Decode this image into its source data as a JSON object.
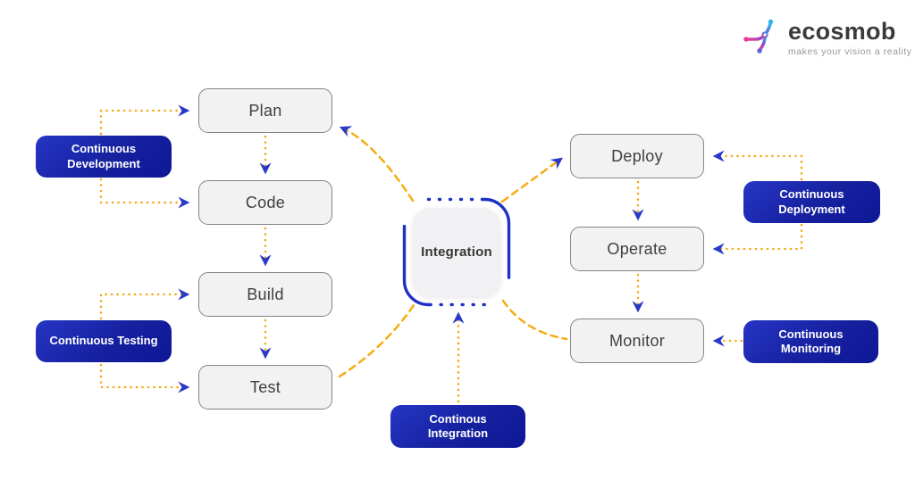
{
  "logo": {
    "brand": "ecosmob",
    "tagline": "makes your vision a reality"
  },
  "nodes": {
    "plan": {
      "label": "Plan"
    },
    "code": {
      "label": "Code"
    },
    "build": {
      "label": "Build"
    },
    "test": {
      "label": "Test"
    },
    "integration": {
      "label": "Integration"
    },
    "deploy": {
      "label": "Deploy"
    },
    "operate": {
      "label": "Operate"
    },
    "monitor": {
      "label": "Monitor"
    }
  },
  "tags": {
    "continuous_development": {
      "label": "Continuous Development"
    },
    "continuous_testing": {
      "label": "Continuous Testing"
    },
    "continous_integration": {
      "label": "Continous Integration"
    },
    "continuous_deployment": {
      "label": "Continuous Deployment"
    },
    "continuous_monitoring": {
      "label": "Continuous Monitoring"
    }
  },
  "edges": [
    {
      "from": "plan",
      "to": "code",
      "style": "dotted-arrow"
    },
    {
      "from": "code",
      "to": "build",
      "style": "dotted-arrow"
    },
    {
      "from": "build",
      "to": "test",
      "style": "dotted-arrow"
    },
    {
      "from": "deploy",
      "to": "operate",
      "style": "dotted-arrow"
    },
    {
      "from": "operate",
      "to": "monitor",
      "style": "dotted-arrow"
    },
    {
      "from": "continuous_development",
      "to": "plan",
      "style": "dotted-arrow"
    },
    {
      "from": "continuous_development",
      "to": "code",
      "style": "dotted-arrow"
    },
    {
      "from": "continuous_testing",
      "to": "build",
      "style": "dotted-arrow"
    },
    {
      "from": "continuous_testing",
      "to": "test",
      "style": "dotted-arrow"
    },
    {
      "from": "continuous_deployment",
      "to": "deploy",
      "style": "dotted-arrow"
    },
    {
      "from": "continuous_deployment",
      "to": "operate",
      "style": "dotted-arrow"
    },
    {
      "from": "continuous_monitoring",
      "to": "monitor",
      "style": "dotted-arrow"
    },
    {
      "from": "continous_integration",
      "to": "integration",
      "style": "dotted-arrow"
    },
    {
      "from": "integration",
      "to": "plan",
      "style": "dashed-curve-arrow"
    },
    {
      "from": "integration",
      "to": "deploy",
      "style": "dashed-curve-arrow"
    },
    {
      "from": "test",
      "to": "integration",
      "style": "dashed-curve"
    },
    {
      "from": "integration",
      "to": "monitor",
      "style": "dashed-curve"
    }
  ],
  "icons": {
    "logo_icon": "ecosmob-triple-node-icon"
  },
  "colors": {
    "tag_blue": "#2635C5",
    "tag_blue_dark": "#0E1796",
    "connector_yellow": "#F3A712",
    "arrow_blue": "#2838C8",
    "integration_border": "#1F31C4",
    "node_fill": "#F2F2F3",
    "node_border": "#848484",
    "node_text": "#3F3F3F",
    "logo_text": "#3B3B3B",
    "logo_tagline": "#979797",
    "logo_pink": "#E93C96",
    "logo_cyan": "#29B6EA"
  }
}
